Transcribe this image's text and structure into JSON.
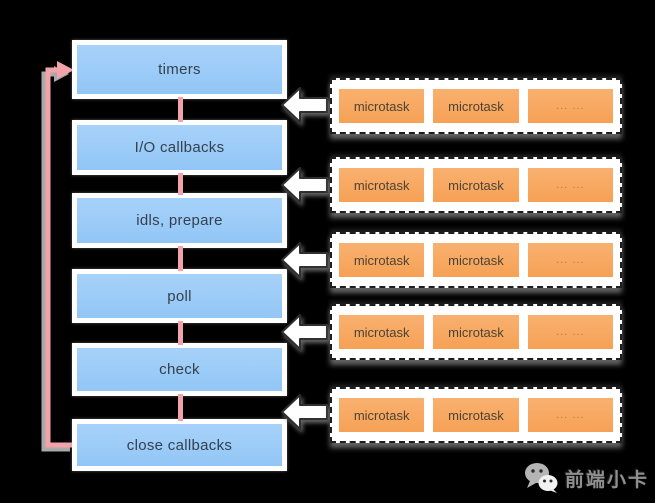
{
  "event_loop": {
    "phases": [
      {
        "label": "timers"
      },
      {
        "label": "I/O callbacks"
      },
      {
        "label": "idls, prepare"
      },
      {
        "label": "poll"
      },
      {
        "label": "check"
      },
      {
        "label": "close callbacks"
      }
    ]
  },
  "microtask_queues": [
    {
      "items": [
        "microtask",
        "microtask",
        "... ..."
      ]
    },
    {
      "items": [
        "microtask",
        "microtask",
        "... ..."
      ]
    },
    {
      "items": [
        "microtask",
        "microtask",
        "... ..."
      ]
    },
    {
      "items": [
        "microtask",
        "microtask",
        "... ..."
      ]
    },
    {
      "items": [
        "microtask",
        "microtask",
        "... ..."
      ]
    }
  ],
  "watermark": {
    "label": "前端小卡"
  },
  "colors": {
    "background": "#000000",
    "phase_fill": "#9ccbf7",
    "phase_border": "#ffffff",
    "phase_text": "#36404e",
    "loop_line": "#f4a2aa",
    "loop_line_shadow": "#a9a9a9",
    "microtask_fill": "#f8a75e",
    "microtask_text": "#4c4335",
    "panel_background": "#ffffff",
    "panel_border": "#1e1e1e",
    "block_arrow_fill": "#ffffff"
  }
}
